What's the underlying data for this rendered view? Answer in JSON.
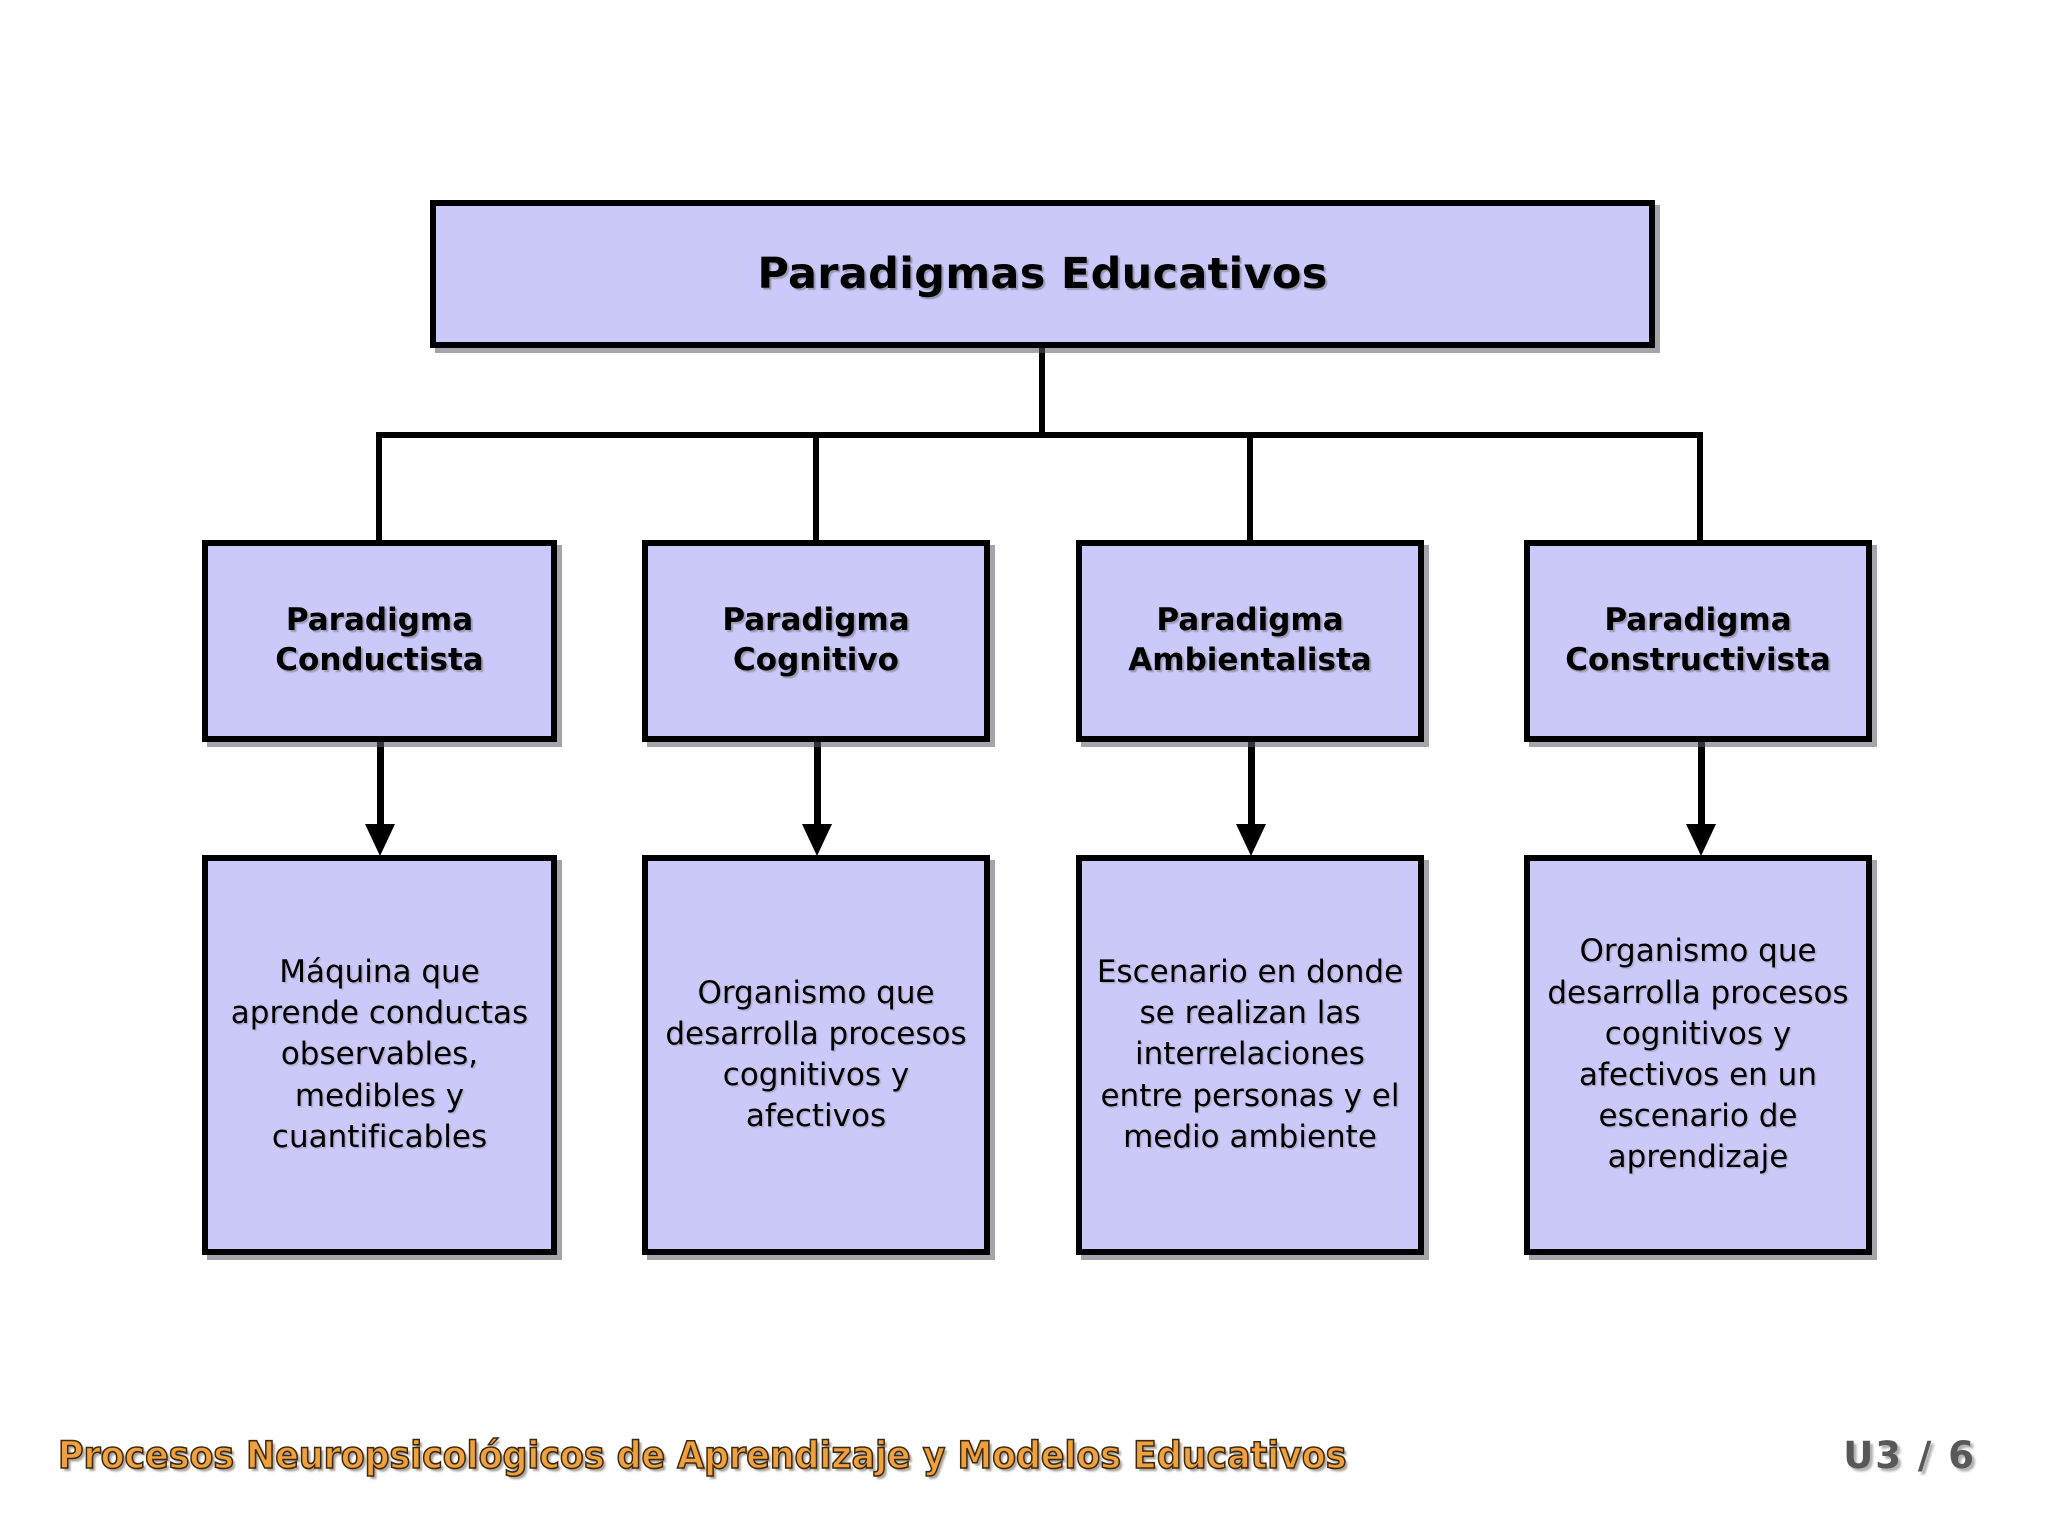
{
  "slide": {
    "background_color": "#ffffff",
    "node_fill_color": "#cbc9fa",
    "node_border_color": "#000000",
    "connector_color": "#000000"
  },
  "diagram": {
    "type": "hierarchy-tree",
    "root": {
      "label": "Paradigmas Educativos"
    },
    "branches": [
      {
        "title": "Paradigma Conductista",
        "description": "Máquina que aprende conductas observables, medibles y cuantificables"
      },
      {
        "title": "Paradigma Cognitivo",
        "description": "Organismo que desarrolla procesos cognitivos y afectivos"
      },
      {
        "title": "Paradigma Ambientalista",
        "description": "Escenario en donde se realizan las interrelaciones entre personas y el medio ambiente"
      },
      {
        "title": "Paradigma Constructivista",
        "description": "Organismo que desarrolla procesos cognitivos y afectivos en un escenario de aprendizaje"
      }
    ]
  },
  "footer": {
    "title": "Procesos Neuropsicológicos de Aprendizaje y Modelos Educativos",
    "page_indicator": "U3 / 6",
    "title_color": "#f0a13c",
    "page_color": "#585858"
  }
}
